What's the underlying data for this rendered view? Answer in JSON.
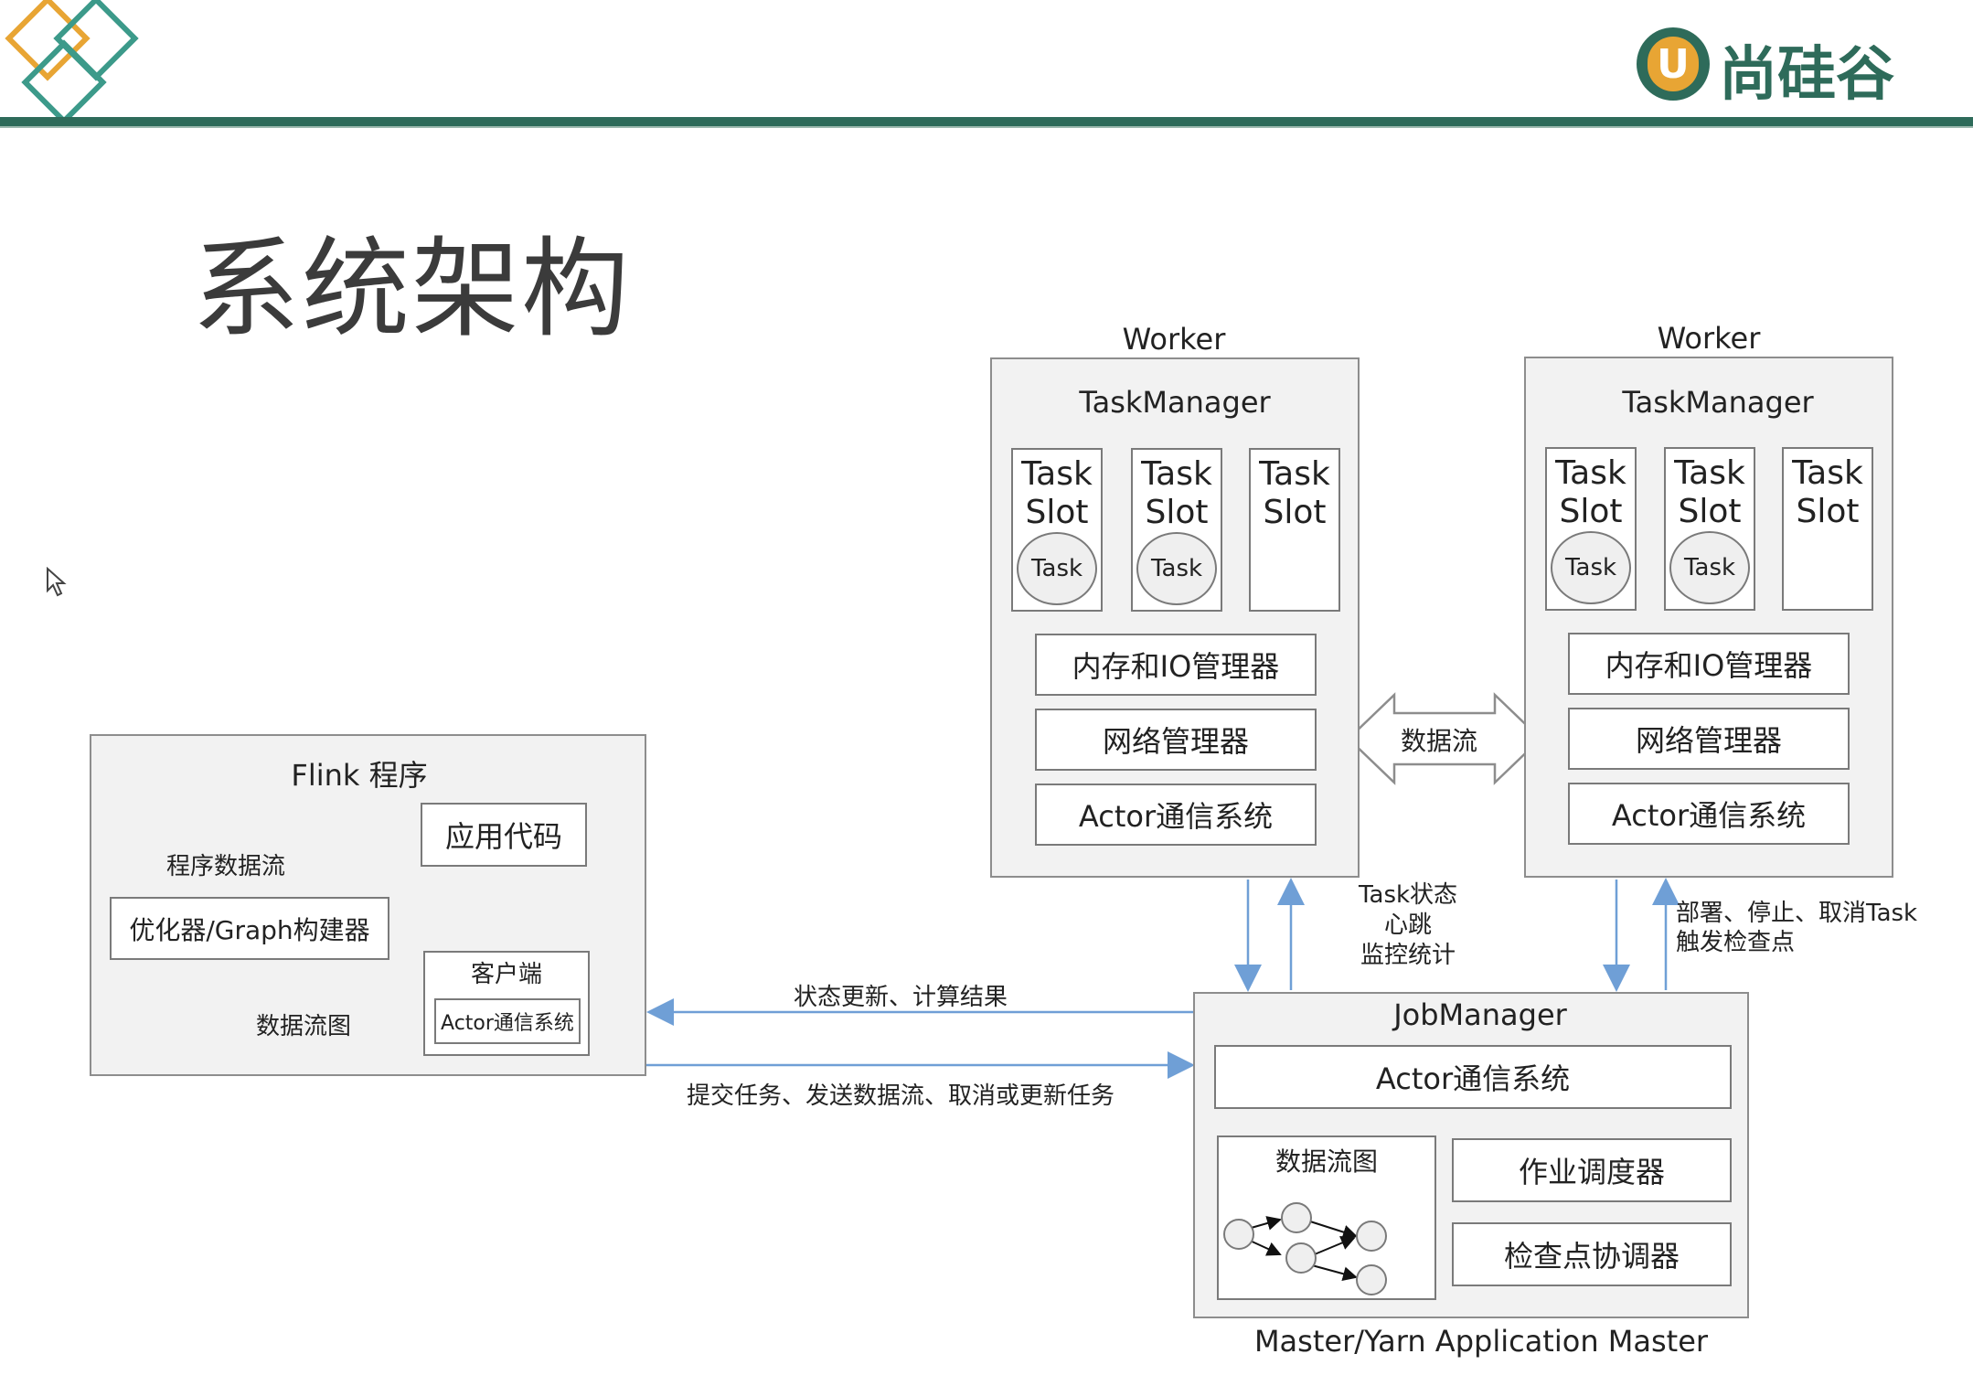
{
  "brand": {
    "name": "尚硅谷",
    "logo_letter": "U"
  },
  "page": {
    "title": "系统架构"
  },
  "workers": [
    {
      "label": "Worker",
      "task_manager": "TaskManager",
      "slots": [
        {
          "label_line1": "Task",
          "label_line2": "Slot",
          "task": "Task"
        },
        {
          "label_line1": "Task",
          "label_line2": "Slot",
          "task": "Task"
        },
        {
          "label_line1": "Task",
          "label_line2": "Slot",
          "task": ""
        }
      ],
      "memory_io": "内存和IO管理器",
      "network": "网络管理器",
      "actor": "Actor通信系统"
    },
    {
      "label": "Worker",
      "task_manager": "TaskManager",
      "slots": [
        {
          "label_line1": "Task",
          "label_line2": "Slot",
          "task": "Task"
        },
        {
          "label_line1": "Task",
          "label_line2": "Slot",
          "task": "Task"
        },
        {
          "label_line1": "Task",
          "label_line2": "Slot",
          "task": ""
        }
      ],
      "memory_io": "内存和IO管理器",
      "network": "网络管理器",
      "actor": "Actor通信系统"
    }
  ],
  "data_flow_arrow": "数据流",
  "task_status": {
    "line1": "Task状态",
    "line2": "心跳",
    "line3": "监控统计"
  },
  "deploy": {
    "line1": "部署、停止、取消Task",
    "line2": "触发检查点"
  },
  "flink_program": {
    "title": "Flink 程序",
    "app_code": "应用代码",
    "program_dataflow": "程序数据流",
    "optimizer": "优化器/Graph构建器",
    "dataflow_graph": "数据流图",
    "client": "客户端",
    "client_actor": "Actor通信系统"
  },
  "status_update": "状态更新、计算结果",
  "submit": "提交任务、发送数据流、取消或更新任务",
  "job_manager": {
    "title": "JobManager",
    "actor": "Actor通信系统",
    "dataflow_graph": "数据流图",
    "scheduler": "作业调度器",
    "checkpoint": "检查点协调器",
    "footer": "Master/Yarn Application Master"
  },
  "colors": {
    "accent": "#2e6b5a",
    "logo_orange": "#e8a534",
    "arrow_blue": "#6f9fd6"
  }
}
